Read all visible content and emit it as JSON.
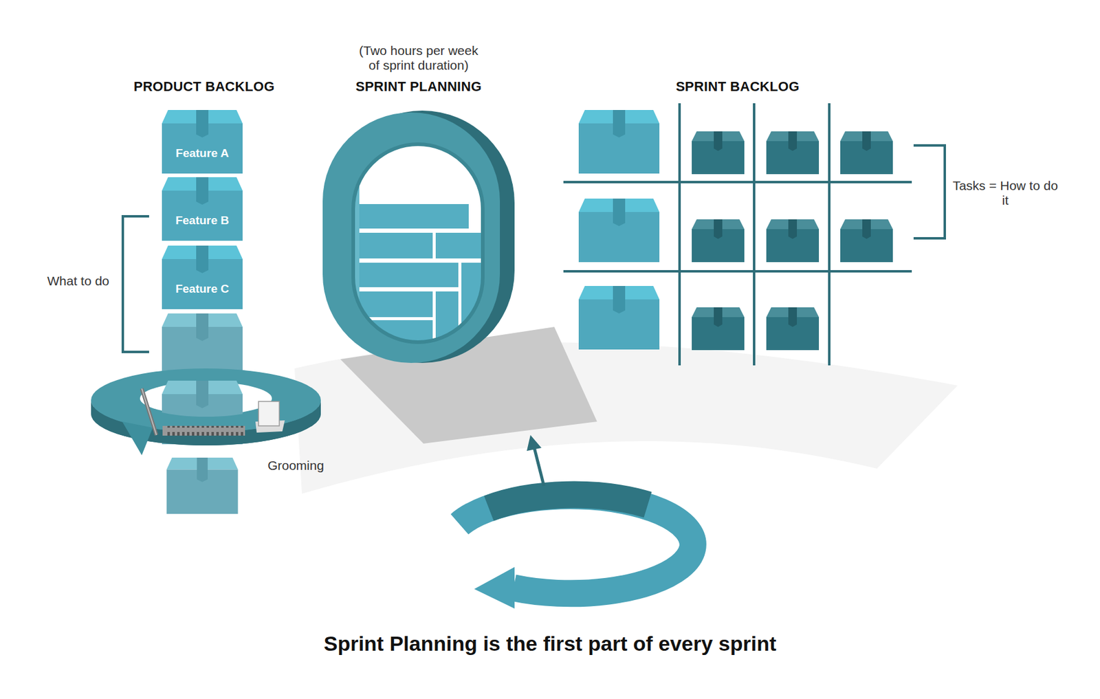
{
  "diagram": {
    "caption": "Sprint Planning is the first part of every sprint",
    "nodes": [
      {
        "text": [
          "Feature A"
        ]
      },
      {
        "text": [
          "Feature B"
        ]
      },
      {
        "text": [
          "Feature C"
        ]
      }
    ],
    "labels": [
      "(Two hours per week of sprint duration)",
      "PRODUCT BACKLOG",
      "SPRINT PLANNING",
      "SPRINT BACKLOG",
      "Tasks = How to do it",
      "What to do",
      "Grooming"
    ]
  }
}
